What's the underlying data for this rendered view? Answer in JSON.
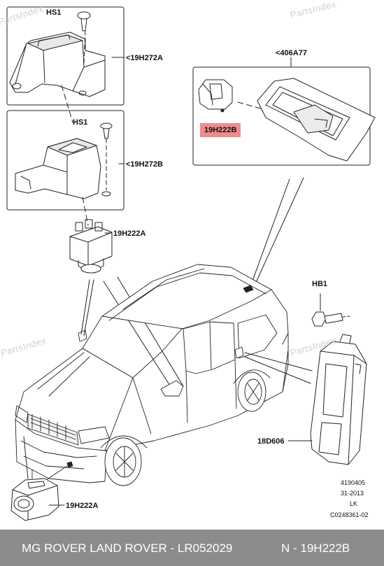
{
  "watermarks": [
    "PartsIndex",
    "PartsIndex",
    "PartsIndex",
    "PartsIndex"
  ],
  "callouts": {
    "hs1_top": "HS1",
    "ref_272a": "<19H272A",
    "hs1_mid": "HS1",
    "ref_272b": "<19H272B",
    "part_19h222a_top": "19H222A",
    "ref_406a77": "<406A77",
    "part_19h222b": "19H222B",
    "hb1": "HB1",
    "part_18d606": "18D606",
    "part_19h222a_bottom": "19H222A"
  },
  "info_block": {
    "line1": "4190405",
    "line2": "31-2013",
    "line3": "LK",
    "line4": "C0248361-02"
  },
  "footer": {
    "left_text": "MG ROVER LAND ROVER - LR052029",
    "right_text": "N - 19H222B",
    "background": "#8c8c8c"
  },
  "colors": {
    "highlight": "#f08c8c",
    "line": "#222222"
  }
}
